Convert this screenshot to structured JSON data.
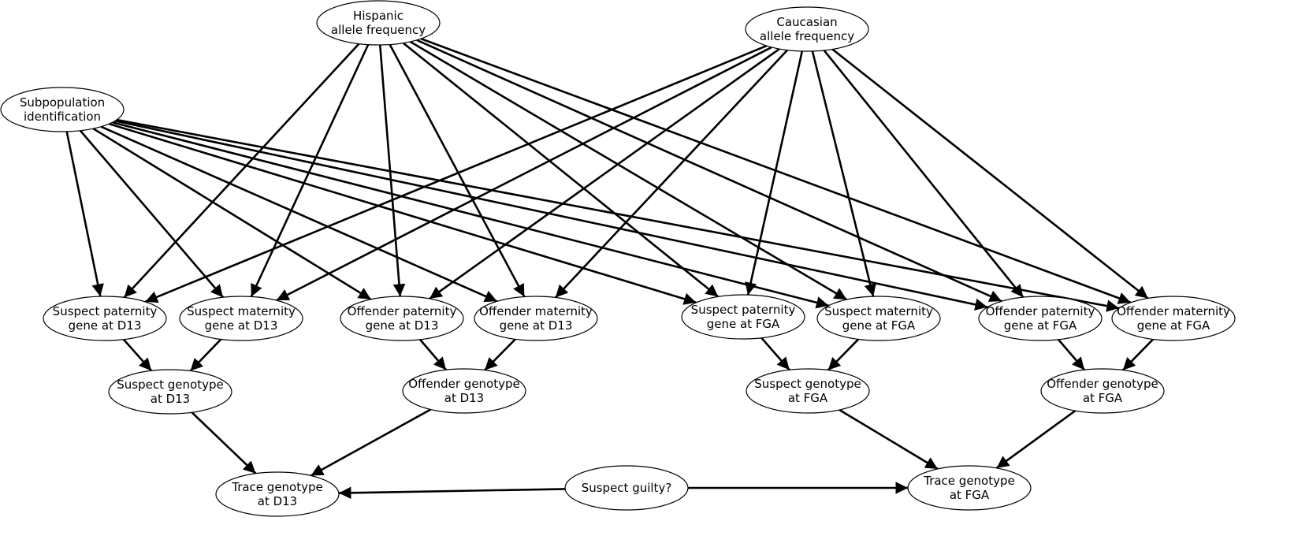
{
  "colors": {
    "line": "#000000",
    "node_fill": "#ffffff",
    "background": "#ffffff"
  },
  "nodes": [
    {
      "id": "hispanic",
      "lines": [
        "Hispanic",
        "allele frequency"
      ]
    },
    {
      "id": "caucasian",
      "lines": [
        "Caucasian",
        "allele frequency"
      ]
    },
    {
      "id": "subpop",
      "lines": [
        "Subpopulation",
        "identification"
      ]
    },
    {
      "id": "sp_d13",
      "lines": [
        "Suspect paternity",
        "gene at D13"
      ]
    },
    {
      "id": "sm_d13",
      "lines": [
        "Suspect maternity",
        "gene at D13"
      ]
    },
    {
      "id": "op_d13",
      "lines": [
        "Offender paternity",
        "gene at D13"
      ]
    },
    {
      "id": "om_d13",
      "lines": [
        "Offender maternity",
        "gene at D13"
      ]
    },
    {
      "id": "sp_fga",
      "lines": [
        "Suspect paternity",
        "gene at FGA"
      ]
    },
    {
      "id": "sm_fga",
      "lines": [
        "Suspect maternity",
        "gene at FGA"
      ]
    },
    {
      "id": "op_fga",
      "lines": [
        "Offender paternity",
        "gene at FGA"
      ]
    },
    {
      "id": "om_fga",
      "lines": [
        "Offender maternity",
        "gene at FGA"
      ]
    },
    {
      "id": "sg_d13",
      "lines": [
        "Suspect genotype",
        "at D13"
      ]
    },
    {
      "id": "og_d13",
      "lines": [
        "Offender genotype",
        "at D13"
      ]
    },
    {
      "id": "sg_fga",
      "lines": [
        "Suspect genotype",
        "at FGA"
      ]
    },
    {
      "id": "og_fga",
      "lines": [
        "Offender genotype",
        "at FGA"
      ]
    },
    {
      "id": "tg_d13",
      "lines": [
        "Trace genotype",
        "at D13"
      ]
    },
    {
      "id": "guilty",
      "lines": [
        "Suspect guilty?"
      ]
    },
    {
      "id": "tg_fga",
      "lines": [
        "Trace genotype",
        "at FGA"
      ]
    }
  ],
  "edges": [
    [
      "hispanic",
      "sp_d13"
    ],
    [
      "hispanic",
      "sm_d13"
    ],
    [
      "hispanic",
      "op_d13"
    ],
    [
      "hispanic",
      "om_d13"
    ],
    [
      "hispanic",
      "sp_fga"
    ],
    [
      "hispanic",
      "sm_fga"
    ],
    [
      "hispanic",
      "op_fga"
    ],
    [
      "hispanic",
      "om_fga"
    ],
    [
      "caucasian",
      "sp_d13"
    ],
    [
      "caucasian",
      "sm_d13"
    ],
    [
      "caucasian",
      "op_d13"
    ],
    [
      "caucasian",
      "om_d13"
    ],
    [
      "caucasian",
      "sp_fga"
    ],
    [
      "caucasian",
      "sm_fga"
    ],
    [
      "caucasian",
      "op_fga"
    ],
    [
      "caucasian",
      "om_fga"
    ],
    [
      "subpop",
      "sp_d13"
    ],
    [
      "subpop",
      "sm_d13"
    ],
    [
      "subpop",
      "op_d13"
    ],
    [
      "subpop",
      "om_d13"
    ],
    [
      "subpop",
      "sp_fga"
    ],
    [
      "subpop",
      "sm_fga"
    ],
    [
      "subpop",
      "op_fga"
    ],
    [
      "subpop",
      "om_fga"
    ],
    [
      "sp_d13",
      "sg_d13"
    ],
    [
      "sm_d13",
      "sg_d13"
    ],
    [
      "op_d13",
      "og_d13"
    ],
    [
      "om_d13",
      "og_d13"
    ],
    [
      "sp_fga",
      "sg_fga"
    ],
    [
      "sm_fga",
      "sg_fga"
    ],
    [
      "op_fga",
      "og_fga"
    ],
    [
      "om_fga",
      "og_fga"
    ],
    [
      "sg_d13",
      "tg_d13"
    ],
    [
      "og_d13",
      "tg_d13"
    ],
    [
      "sg_fga",
      "tg_fga"
    ],
    [
      "og_fga",
      "tg_fga"
    ],
    [
      "guilty",
      "tg_d13"
    ],
    [
      "guilty",
      "tg_fga"
    ]
  ]
}
